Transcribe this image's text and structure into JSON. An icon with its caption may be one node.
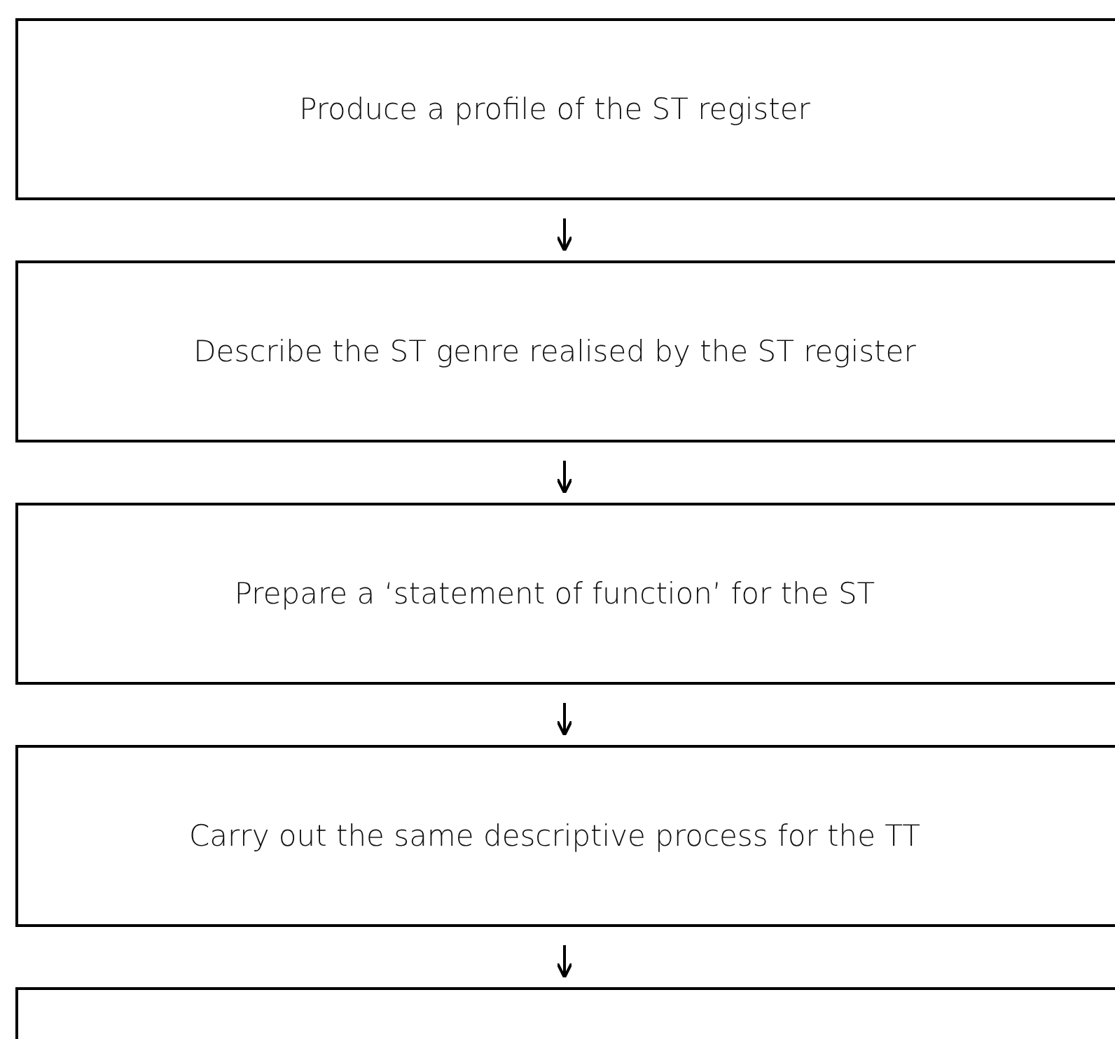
{
  "diagram": {
    "nodes": [
      {
        "text": [
          "Produce a profile of the ST register"
        ]
      },
      {
        "text": [
          "Describe the ST genre realised by the ST register"
        ]
      },
      {
        "text": [
          "Prepare a ‘statement of function’ for the ST"
        ]
      },
      {
        "text": [
          "Carry out the same descriptive process for the TT"
        ]
      },
      {
        "text": [],
        "shape": "box"
      }
    ],
    "edges": [
      {
        "from": 0,
        "to": 1,
        "arrow": "to"
      },
      {
        "from": 1,
        "to": 2,
        "arrow": "to"
      },
      {
        "from": 2,
        "to": 3,
        "arrow": "to"
      },
      {
        "from": 3,
        "to": 4,
        "arrow": "to"
      }
    ]
  }
}
